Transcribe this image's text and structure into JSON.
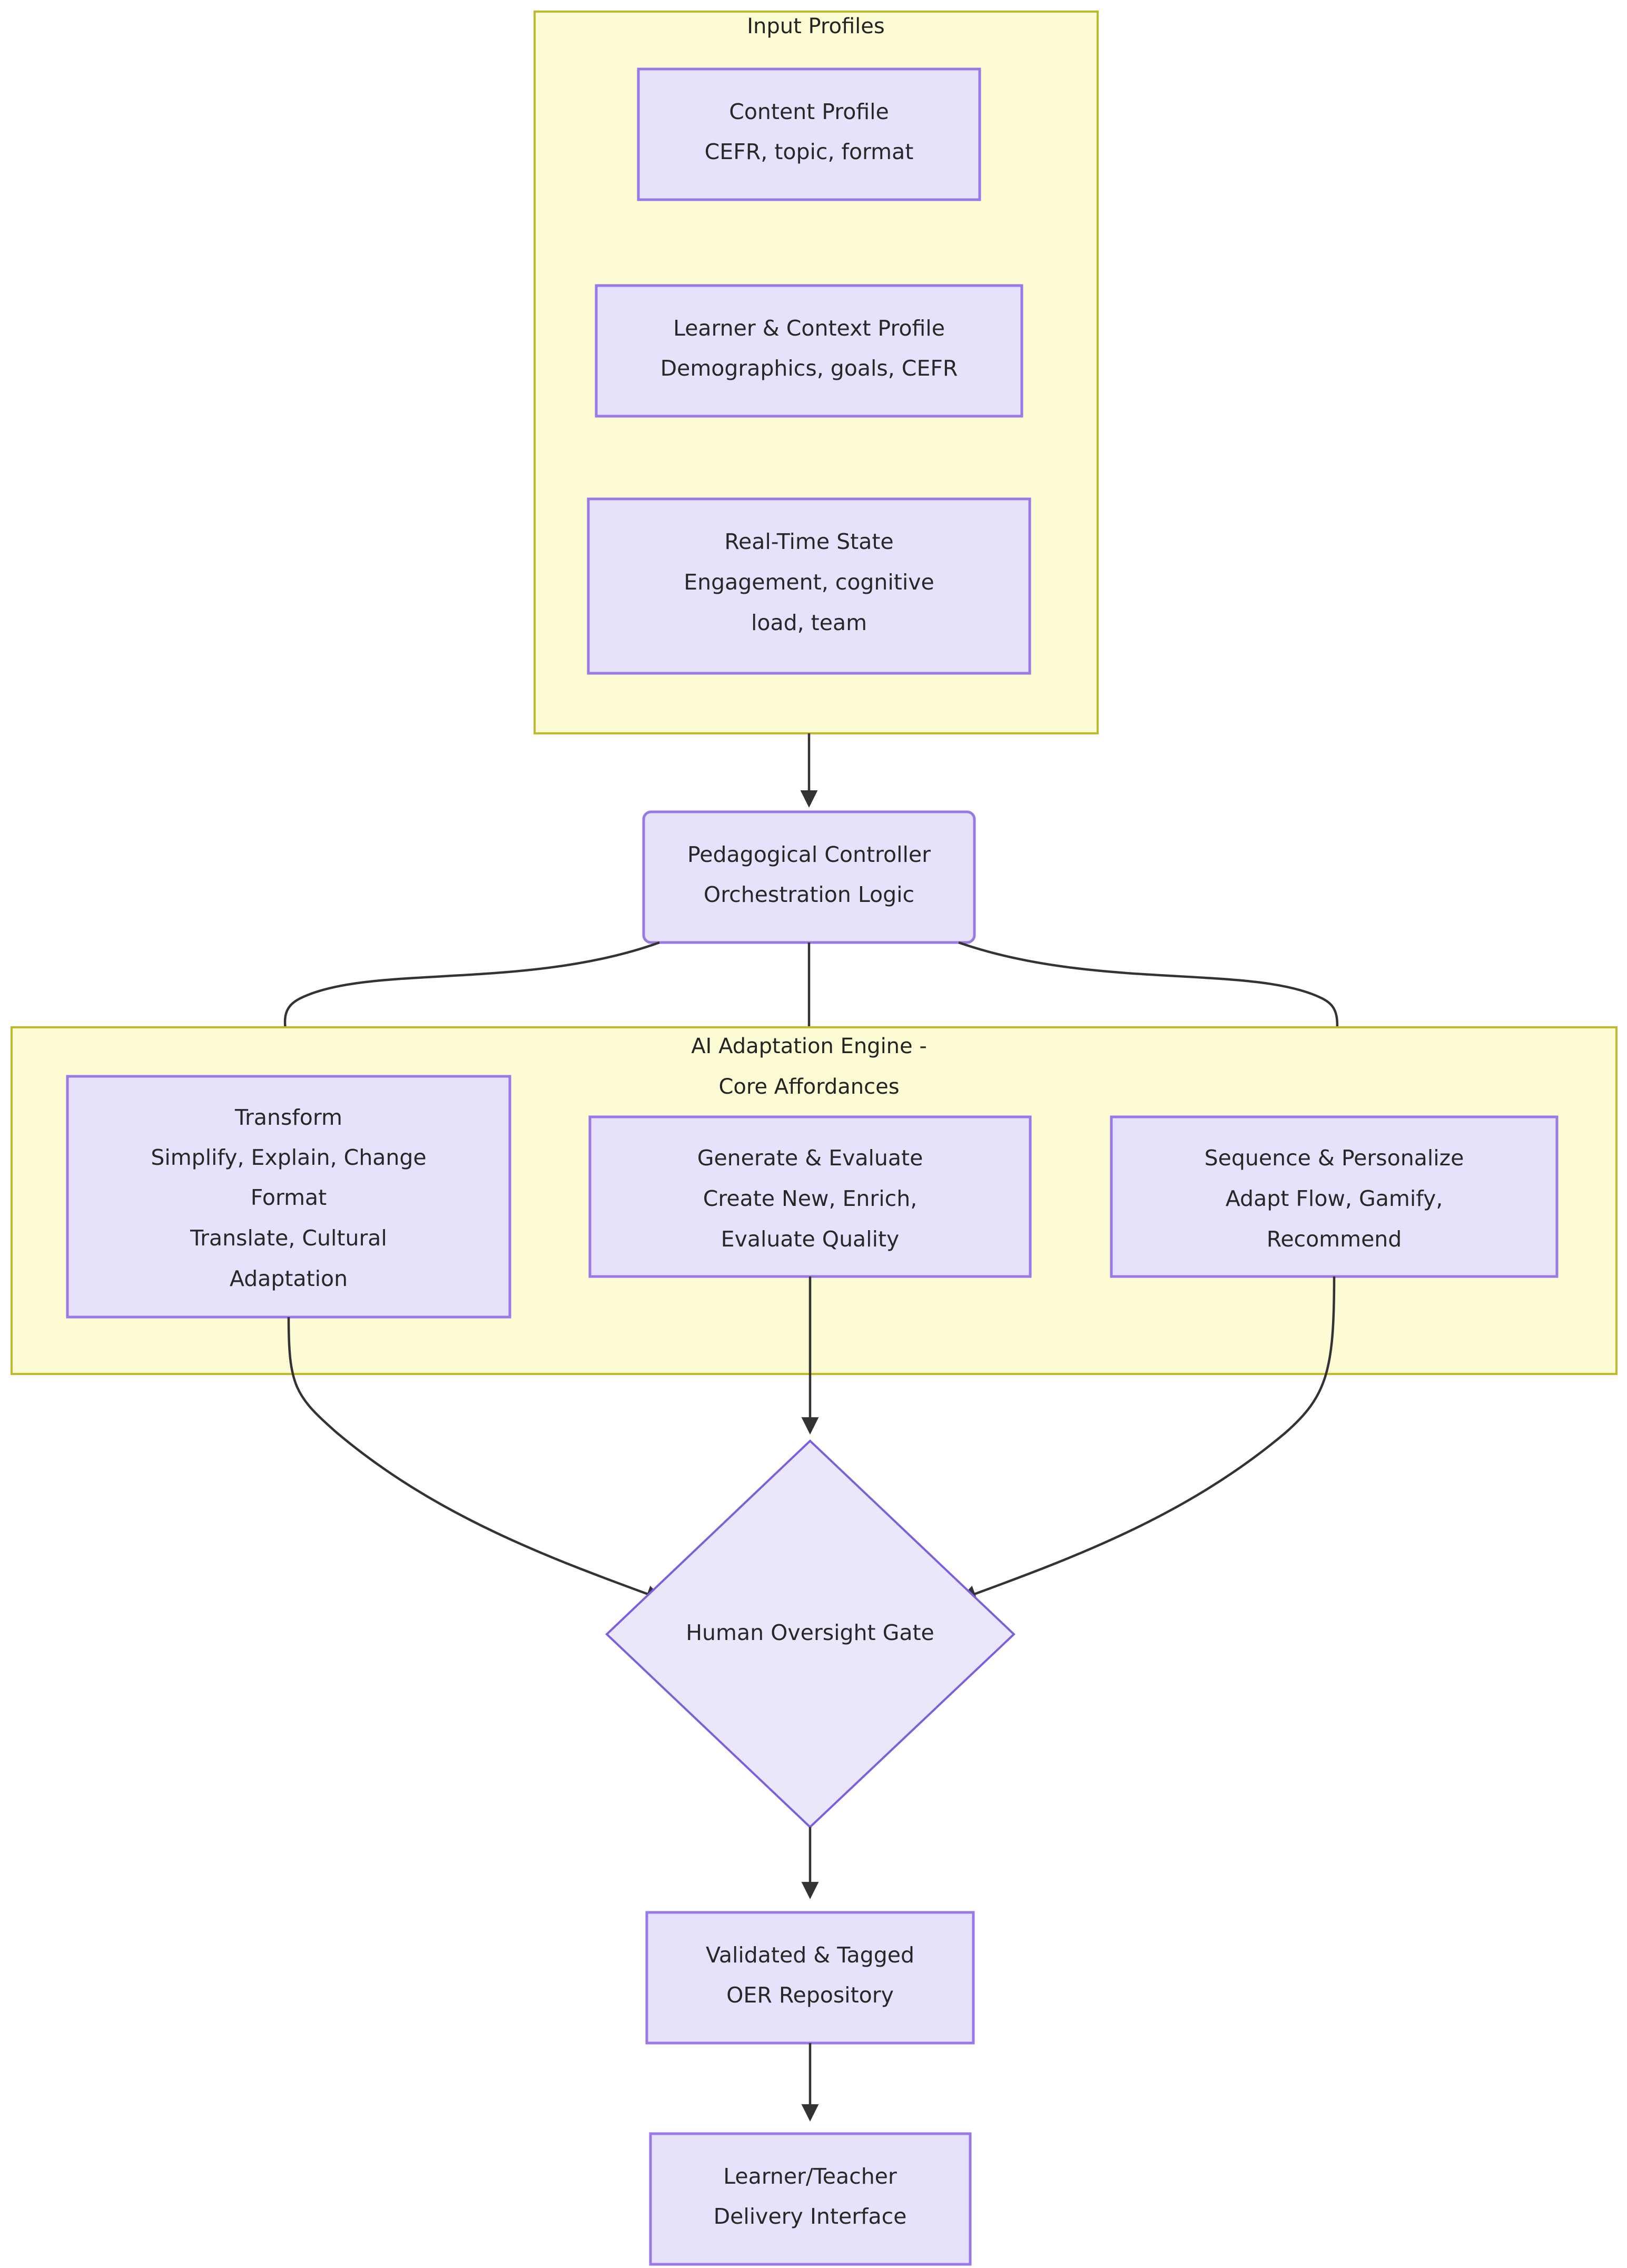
{
  "diagram": {
    "type": "flowchart",
    "direction": "top-down",
    "colors": {
      "cluster_fill": "#fdfbd4",
      "cluster_stroke": "#bfb92e",
      "node_fill": "#e6e2fb",
      "node_stroke": "#9a78e8",
      "edge_stroke": "#333333",
      "text": "#272727"
    },
    "clusters": [
      {
        "id": "input-profiles",
        "title": "Input Profiles"
      },
      {
        "id": "ai-adaptation-engine",
        "title_line1": "AI Adaptation Engine -",
        "title_line2": "Core Affordances",
        "title": "AI Adaptation Engine - Core Affordances"
      }
    ],
    "nodes": [
      {
        "id": "content-profile",
        "shape": "rect",
        "lines": [
          "Content Profile",
          "CEFR, topic, format"
        ]
      },
      {
        "id": "learner-context-profile",
        "shape": "rect",
        "lines": [
          "Learner & Context Profile",
          "Demographics, goals, CEFR"
        ]
      },
      {
        "id": "real-time-state",
        "shape": "rect",
        "lines": [
          "Real-Time State",
          "Engagement, cognitive",
          "load, team"
        ]
      },
      {
        "id": "pedagogical-controller",
        "shape": "rounded-rect",
        "lines": [
          "Pedagogical Controller",
          "Orchestration Logic"
        ]
      },
      {
        "id": "transform",
        "shape": "rect",
        "lines": [
          "Transform",
          "Simplify, Explain, Change",
          "Format",
          "Translate, Cultural",
          "Adaptation"
        ]
      },
      {
        "id": "generate-evaluate",
        "shape": "rect",
        "lines": [
          "Generate & Evaluate",
          "Create New, Enrich,",
          "Evaluate Quality"
        ]
      },
      {
        "id": "sequence-personalize",
        "shape": "rect",
        "lines": [
          "Sequence & Personalize",
          "Adapt Flow, Gamify,",
          "Recommend"
        ]
      },
      {
        "id": "human-oversight-gate",
        "shape": "diamond",
        "lines": [
          "Human Oversight Gate"
        ]
      },
      {
        "id": "oer-repository",
        "shape": "rect",
        "lines": [
          "Validated & Tagged",
          "OER Repository"
        ]
      },
      {
        "id": "delivery-interface",
        "shape": "rect",
        "lines": [
          "Learner/Teacher",
          "Delivery Interface"
        ]
      }
    ],
    "edges": [
      {
        "from": "input-profiles",
        "to": "pedagogical-controller"
      },
      {
        "from": "pedagogical-controller",
        "to": "transform"
      },
      {
        "from": "pedagogical-controller",
        "to": "generate-evaluate"
      },
      {
        "from": "pedagogical-controller",
        "to": "sequence-personalize"
      },
      {
        "from": "transform",
        "to": "human-oversight-gate"
      },
      {
        "from": "generate-evaluate",
        "to": "human-oversight-gate"
      },
      {
        "from": "sequence-personalize",
        "to": "human-oversight-gate"
      },
      {
        "from": "human-oversight-gate",
        "to": "oer-repository"
      },
      {
        "from": "oer-repository",
        "to": "delivery-interface"
      }
    ]
  },
  "text": {
    "cluster_input_profiles": "Input Profiles",
    "cluster_ai_engine_l1": "AI Adaptation Engine -",
    "cluster_ai_engine_l2": "Core Affordances",
    "content_profile_l1": "Content Profile",
    "content_profile_l2": "CEFR, topic, format",
    "learner_profile_l1": "Learner & Context Profile",
    "learner_profile_l2": "Demographics, goals, CEFR",
    "realtime_state_l1": "Real-Time State",
    "realtime_state_l2": "Engagement, cognitive",
    "realtime_state_l3": "load, team",
    "controller_l1": "Pedagogical Controller",
    "controller_l2": "Orchestration Logic",
    "transform_l1": "Transform",
    "transform_l2": "Simplify, Explain, Change",
    "transform_l3": "Format",
    "transform_l4": "Translate, Cultural",
    "transform_l5": "Adaptation",
    "generate_l1": "Generate & Evaluate",
    "generate_l2": "Create New, Enrich,",
    "generate_l3": "Evaluate Quality",
    "sequence_l1": "Sequence & Personalize",
    "sequence_l2": "Adapt Flow, Gamify,",
    "sequence_l3": "Recommend",
    "gate_l1": "Human Oversight Gate",
    "oer_l1": "Validated & Tagged",
    "oer_l2": "OER Repository",
    "delivery_l1": "Learner/Teacher",
    "delivery_l2": "Delivery Interface"
  }
}
